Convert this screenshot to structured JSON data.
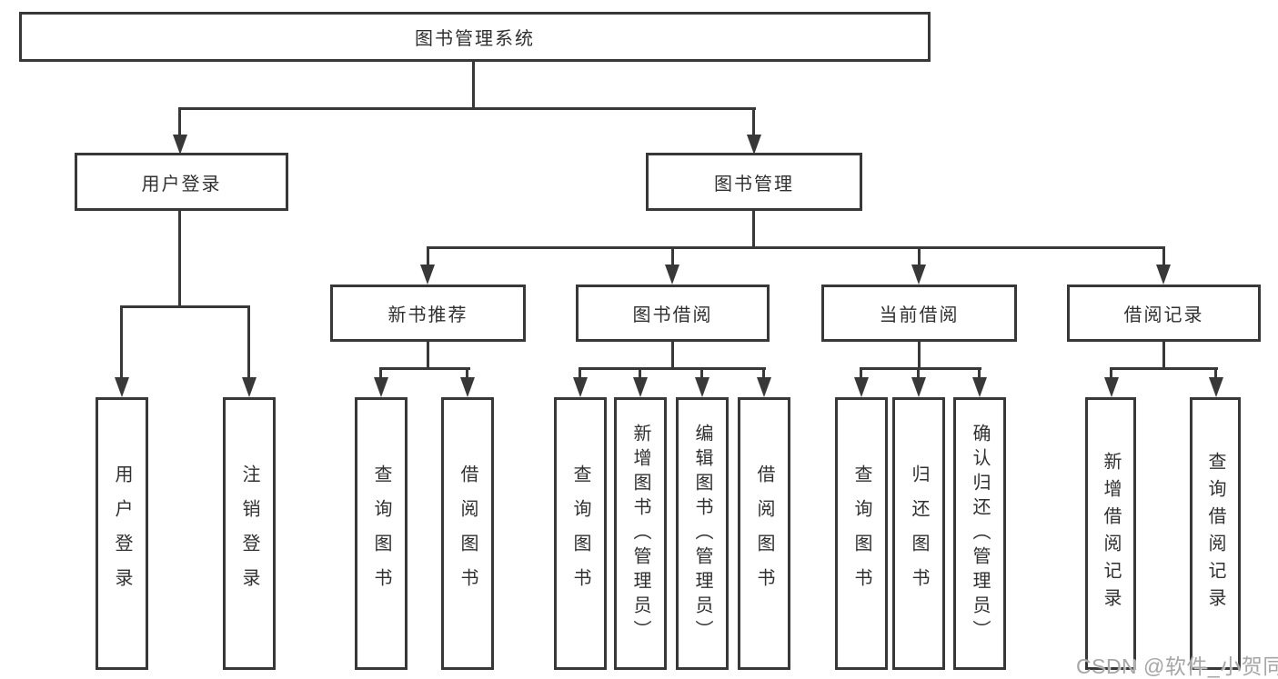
{
  "tree": {
    "root": "图书管理系统",
    "level2": {
      "user_login": "用户登录",
      "book_management": "图书管理"
    },
    "branches": {
      "new_book_recommendation": "新书推荐",
      "book_borrowing": "图书借阅",
      "current_borrowing": "当前借阅",
      "borrowing_records": "借阅记录"
    },
    "leaves": {
      "user_login": "用户登录",
      "logout": "注销登录",
      "recommend_query_books": "查询图书",
      "recommend_borrow_books": "借阅图书",
      "borrow_query_books": "查询图书",
      "borrow_add_books": "新增图书（管理员）",
      "borrow_edit_books": "编辑图书（管理员）",
      "borrow_borrow_books": "借阅图书",
      "current_query_books": "查询图书",
      "current_return_books": "归还图书",
      "current_confirm_return": "确认归还（管理员）",
      "records_add_record": "新增借阅记录",
      "records_query_record": "查询借阅记录"
    }
  },
  "watermark": "CSDN @软件_小贺同学",
  "colors": {
    "line": "#383838",
    "text": "#303030",
    "background": "#ffffff",
    "watermark": "#a6a6a6"
  }
}
